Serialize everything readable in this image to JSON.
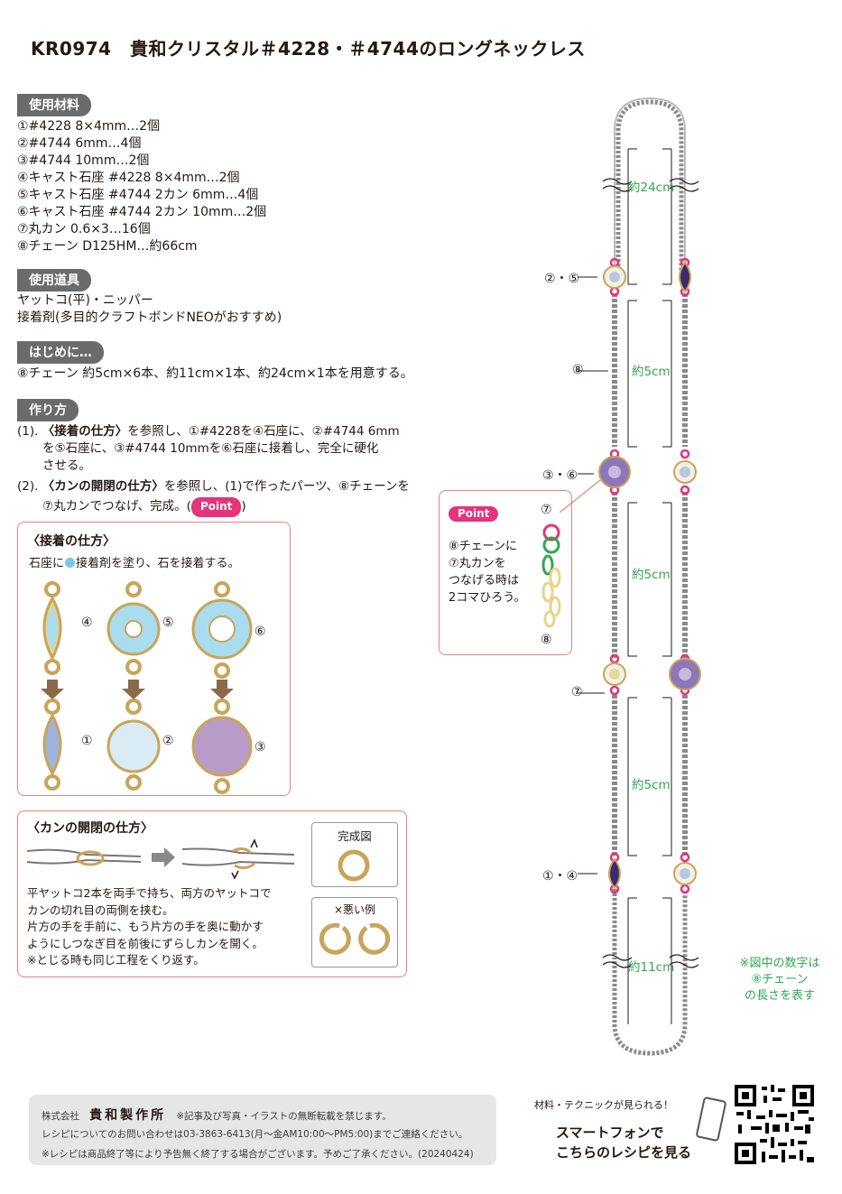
{
  "title": "KR0974　貴和クリスタル＃4228・＃4744のロングネックレス",
  "materials": {
    "heading": "使用材料",
    "items": [
      "①#4228 8×4mm…2個",
      "②#4744 6mm…4個",
      "③#4744 10mm…2個",
      "④キャスト石座 #4228 8×4mm…2個",
      "⑤キャスト石座 #4744 2カン 6mm…4個",
      "⑥キャスト石座 #4744 2カン 10mm…2個",
      "⑦丸カン 0.6×3…16個",
      "⑧チェーン D125HM…約66cm"
    ]
  },
  "tools": {
    "heading": "使用道具",
    "items": [
      "ヤットコ(平)・ニッパー",
      "接着剤(多目的クラフトボンドNEOがおすすめ)"
    ]
  },
  "intro": {
    "heading": "はじめに…",
    "text": "⑧チェーン 約5cm×6本、約11cm×1本、約24cm×1本を用意する。"
  },
  "steps": {
    "heading": "作り方",
    "s1_num": "(1).",
    "s1_bold": "〈接着の仕方〉",
    "s1_a": "を参照し、①#4228を④石座に、②#4744 6mm",
    "s1_b": "を⑤石座に、③#4744 10mmを⑥石座に接着し、完全に硬化",
    "s1_c": "させる。",
    "s2_num": "(2).",
    "s2_bold": "〈カンの開閉の仕方〉",
    "s2_a": "を参照し、(1)で作ったパーツ、⑧チェーンを",
    "s2_b": "⑦丸カンでつなげ、完成。(",
    "s2_point": "Point",
    "s2_c": ")"
  },
  "glue": {
    "heading": "〈接着の仕方〉",
    "desc_a": "石座に",
    "desc_b": "接着剤を塗り、石を接着する。",
    "labels_top": [
      "④",
      "⑤",
      "⑥"
    ],
    "labels_bottom": [
      "①",
      "②",
      "③"
    ]
  },
  "ring": {
    "heading": "〈カンの開閉の仕方〉",
    "desc": [
      "平ヤットコ2本を両手で持ち、両方のヤットコで",
      "カンの切れ目の両側を挟む。",
      "片方の手を手前に、もう片方の手を奥に動かす",
      "ようにしつなぎ目を前後にずらしカンを開く。",
      "※とじる時も同じ工程をくり返す。"
    ],
    "complete_label": "完成図",
    "bad_label": "×悪い例"
  },
  "point_box": {
    "label": "Point",
    "text": [
      "⑧チェーンに",
      "⑦丸カンを",
      "つなげる時は",
      "2コマひろう。"
    ],
    "top_num": "⑦",
    "bottom_num": "⑧"
  },
  "diagram": {
    "lengths": [
      "約24cm",
      "約5cm",
      "約5cm",
      "約5cm",
      "約11cm"
    ],
    "callouts": [
      "②・⑤",
      "⑧",
      "③・⑥",
      "⑦",
      "①・④"
    ],
    "note": [
      "※図中の数字は",
      "⑧チェーン",
      "の長さを表す"
    ]
  },
  "footer": {
    "company_prefix": "株式会社",
    "company": "貴和製作所",
    "notice": "※記事及び写真・イラストの無断転載を禁じます。",
    "contact": "レシピについてのお問い合わせは03-3863-6413(月〜金AM10:00〜PM5:00)までご連絡ください。",
    "end_notice": "※レシピは商品終了等により予告無く終了する場合がございます。予めご了承ください。(20240424)"
  },
  "qr": {
    "lead": "材料・テクニックが見られる！",
    "line1": "スマートフォンで",
    "line2": "こちらのレシピを見る"
  },
  "colors": {
    "accent_pink": "#e5337c",
    "point_green": "#2fa84f",
    "heading_gray": "#6b6b6b",
    "box_border": "#e8827a"
  }
}
